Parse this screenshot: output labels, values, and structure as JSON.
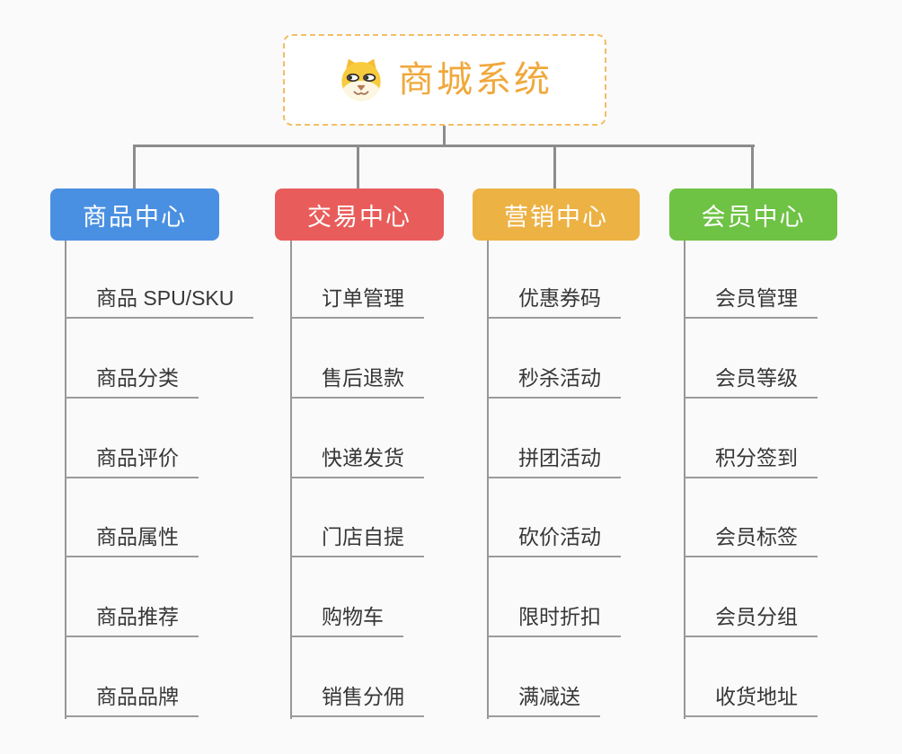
{
  "canvas": {
    "background": "#fafafa",
    "connector_color": "#8c8c8c"
  },
  "root": {
    "title": "商城系统",
    "icon": "shiba-dog-icon",
    "title_color": "#f0a83c",
    "border_color": "#f3bd65"
  },
  "branches": [
    {
      "title": "商品中心",
      "color": "#4a90e2",
      "items": [
        "商品 SPU/SKU",
        "商品分类",
        "商品评价",
        "商品属性",
        "商品推荐",
        "商品品牌"
      ]
    },
    {
      "title": "交易中心",
      "color": "#e85d5b",
      "items": [
        "订单管理",
        "售后退款",
        "快递发货",
        "门店自提",
        "购物车",
        "销售分佣"
      ]
    },
    {
      "title": "营销中心",
      "color": "#edb244",
      "items": [
        "优惠券码",
        "秒杀活动",
        "拼团活动",
        "砍价活动",
        "限时折扣",
        "满减送"
      ]
    },
    {
      "title": "会员中心",
      "color": "#6ec244",
      "items": [
        "会员管理",
        "会员等级",
        "积分签到",
        "会员标签",
        "会员分组",
        "收货地址"
      ]
    }
  ]
}
